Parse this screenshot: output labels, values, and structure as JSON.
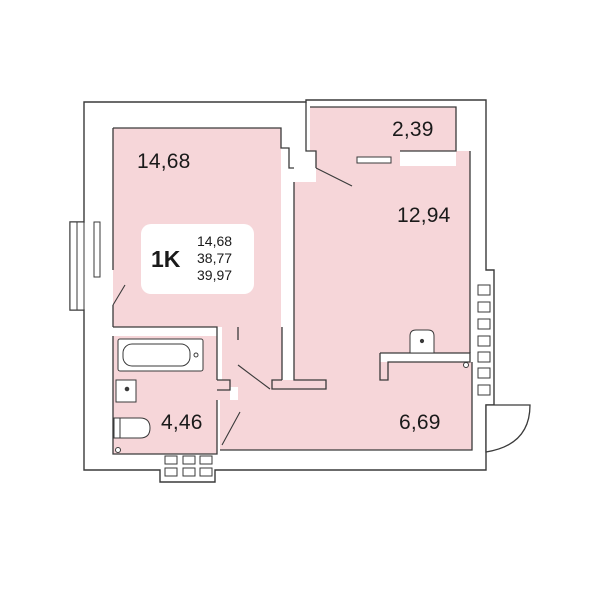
{
  "apartment": {
    "type_code": "1K",
    "living_area": "14,68",
    "total_area": "38,77",
    "total_area_with_balcony": "39,97"
  },
  "rooms": {
    "living_room": {
      "area": "14,68"
    },
    "storage": {
      "area": "2,39"
    },
    "kitchen": {
      "area": "12,94"
    },
    "bathroom": {
      "area": "4,46"
    },
    "hallway": {
      "area": "6,69"
    }
  },
  "colors": {
    "wall_fill": "#ffffff",
    "wall_stroke": "#3a3a3a",
    "room_fill": "#f6d6d9",
    "text": "#1a1a1a"
  }
}
